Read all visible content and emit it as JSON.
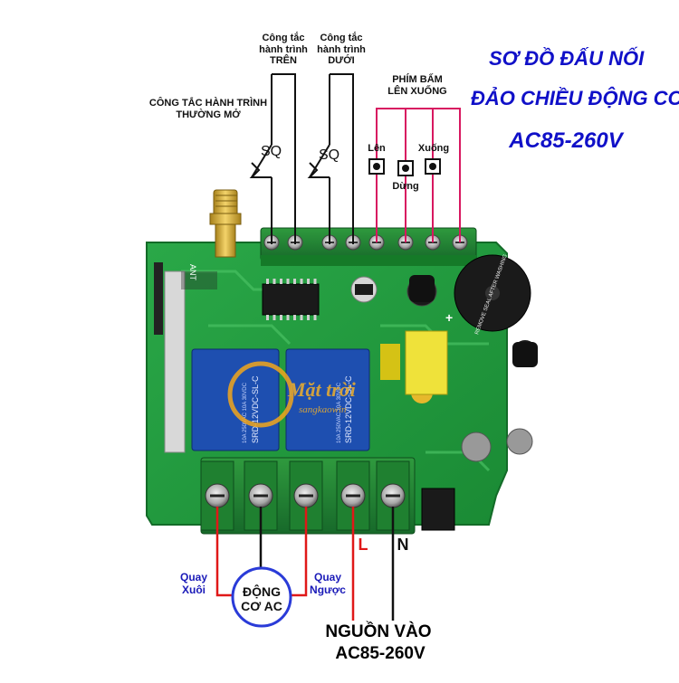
{
  "title": {
    "line1": "SƠ ĐỒ ĐẤU NỐI",
    "line2": "ĐẢO CHIỀU ĐỘNG CƠ",
    "line3": "AC85-260V"
  },
  "limit_switch_nc": {
    "line1": "CÔNG TẮC HÀNH TRÌNH",
    "line2": "THƯỜNG MỞ"
  },
  "limit_switch_top": {
    "line1": "Công tắc",
    "line2": "hành trình",
    "line3": "TRÊN"
  },
  "limit_switch_bottom": {
    "line1": "Công tắc",
    "line2": "hành trình",
    "line3": "DƯỚI"
  },
  "switch_symbol_left": "SQ",
  "switch_symbol_right": "SQ",
  "buttons_header": {
    "line1": "PHÍM BẤM",
    "line2": "LÊN XUỐNG"
  },
  "buttons": {
    "up": "Lên",
    "stop": "Dừng",
    "down": "Xuống"
  },
  "board": {
    "ant_label": "ANT",
    "relay_text_1": "SRD-12VDC-SL-C",
    "relay_text_2": "SRD-12VDC-SL-C",
    "relay_rating": "10A 250VAC 10A 30VDC",
    "buzzer_text": "REMOVE SEAL AFTER WASHING",
    "plus_mark": "+"
  },
  "watermark": {
    "line1": "Mặt trời",
    "line2": "sangkaowin"
  },
  "terminals": {
    "L": "L",
    "N": "N"
  },
  "motor": {
    "line1": "ĐỘNG",
    "line2": "CƠ AC",
    "forward_1": "Quay",
    "forward_2": "Xuôi",
    "reverse_1": "Quay",
    "reverse_2": "Ngược"
  },
  "power": {
    "line1": "NGUỒN VÀO",
    "line2": "AC85-260V"
  },
  "colors": {
    "title_blue": "#1010c8",
    "wire_red": "#e01818",
    "wire_magenta": "#d81860",
    "wire_black": "#111111",
    "pcb_green": "#1f9a3c",
    "relay_blue": "#1e4fb0",
    "terminal_green": "#1c7a2c",
    "motor_circle": "#2a3bd8"
  }
}
